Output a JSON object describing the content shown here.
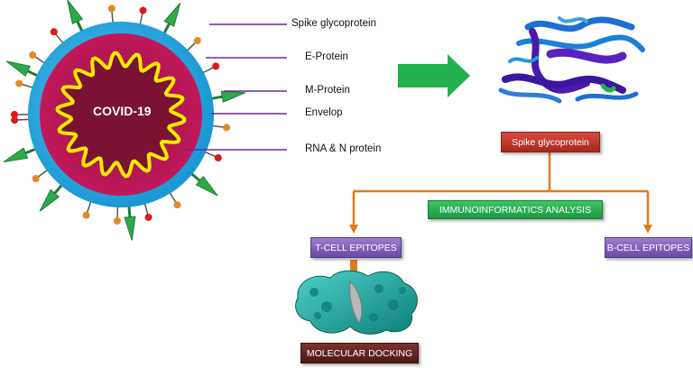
{
  "virus": {
    "center_label": "COVID-19",
    "labels": {
      "spike": "Spike glycoprotein",
      "e_protein": "E-Protein",
      "m_protein": "M-Protein",
      "envelop": "Envelop",
      "rna": "RNA & N protein"
    }
  },
  "flow": {
    "spike_box": "Spike glycoprotein",
    "analysis_box": "IMMUNOINFORMATICS  ANALYSIS",
    "t_cell_box": "T-CELL EPITOPES",
    "b_cell_box": "B-CELL EPITOPES",
    "docking_box": "MOLECULAR DOCKING"
  },
  "colors": {
    "envelope": "#29aee6",
    "body": "#c2185b",
    "core": "#7a1233",
    "rna": "#ffea00",
    "spike": "#2faa4a",
    "e_protein_tip": "#e01818",
    "m_protein_tip": "#e08a2a",
    "label_line": "#6a2a9a",
    "flow_arrow": "#e07a20",
    "big_arrow": "#22b14c",
    "protein_blue": "#1d6fd1",
    "protein_purple": "#4b1aa8",
    "surface_teal": "#1fa6a0"
  }
}
